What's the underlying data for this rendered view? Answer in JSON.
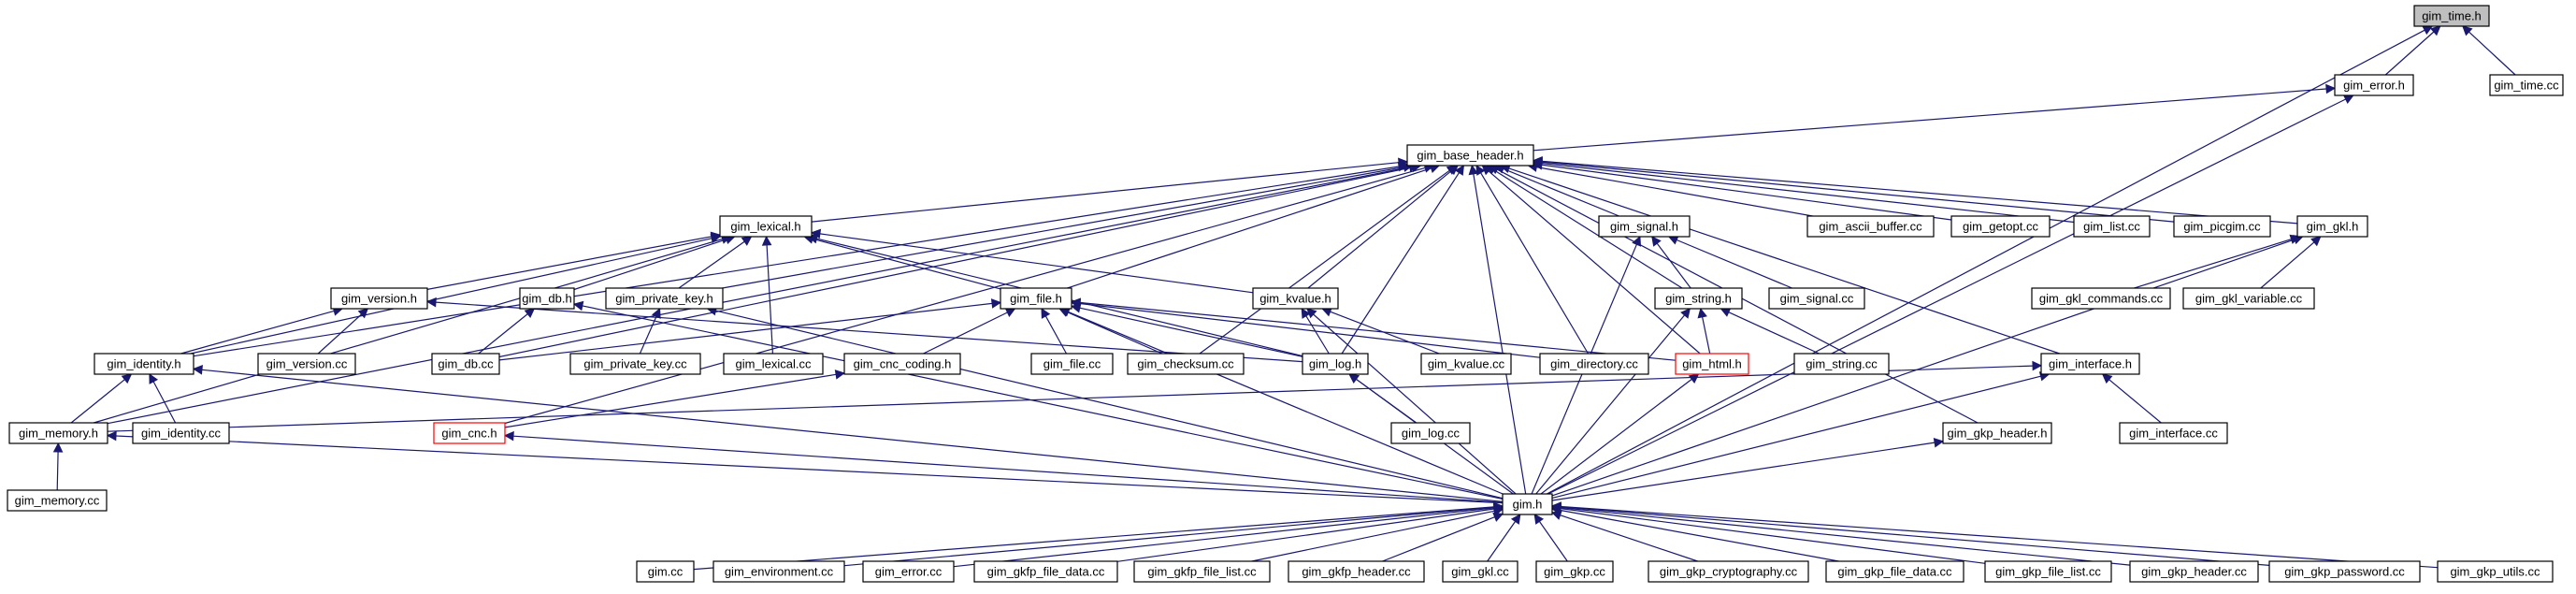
{
  "colors": {
    "edge": "#191970",
    "root_fill": "#bfbfbf",
    "node_border": "#000000",
    "red_border": "#ff0000"
  },
  "nodes": [
    {
      "id": "gim_time_h",
      "label": "gim_time.h",
      "style": "root"
    },
    {
      "id": "gim_error_h",
      "label": "gim_error.h"
    },
    {
      "id": "gim_time_cc",
      "label": "gim_time.cc"
    },
    {
      "id": "gim_base_header_h",
      "label": "gim_base_header.h"
    },
    {
      "id": "gim_lexical_h",
      "label": "gim_lexical.h"
    },
    {
      "id": "gim_signal_h",
      "label": "gim_signal.h"
    },
    {
      "id": "gim_ascii_buffer_cc",
      "label": "gim_ascii_buffer.cc"
    },
    {
      "id": "gim_getopt_cc",
      "label": "gim_getopt.cc"
    },
    {
      "id": "gim_list_cc",
      "label": "gim_list.cc"
    },
    {
      "id": "gim_picgim_cc",
      "label": "gim_picgim.cc"
    },
    {
      "id": "gim_gkl_h",
      "label": "gim_gkl.h"
    },
    {
      "id": "gim_version_h",
      "label": "gim_version.h"
    },
    {
      "id": "gim_db_h",
      "label": "gim_db.h"
    },
    {
      "id": "gim_private_key_h",
      "label": "gim_private_key.h"
    },
    {
      "id": "gim_file_h",
      "label": "gim_file.h"
    },
    {
      "id": "gim_kvalue_h",
      "label": "gim_kvalue.h"
    },
    {
      "id": "gim_string_h",
      "label": "gim_string.h"
    },
    {
      "id": "gim_signal_cc",
      "label": "gim_signal.cc"
    },
    {
      "id": "gim_gkl_commands_cc",
      "label": "gim_gkl_commands.cc"
    },
    {
      "id": "gim_gkl_variable_cc",
      "label": "gim_gkl_variable.cc"
    },
    {
      "id": "gim_identity_h",
      "label": "gim_identity.h"
    },
    {
      "id": "gim_version_cc",
      "label": "gim_version.cc"
    },
    {
      "id": "gim_db_cc",
      "label": "gim_db.cc"
    },
    {
      "id": "gim_private_key_cc",
      "label": "gim_private_key.cc"
    },
    {
      "id": "gim_lexical_cc",
      "label": "gim_lexical.cc"
    },
    {
      "id": "gim_cnc_coding_h",
      "label": "gim_cnc_coding.h"
    },
    {
      "id": "gim_file_cc",
      "label": "gim_file.cc"
    },
    {
      "id": "gim_checksum_cc",
      "label": "gim_checksum.cc"
    },
    {
      "id": "gim_log_h",
      "label": "gim_log.h"
    },
    {
      "id": "gim_kvalue_cc",
      "label": "gim_kvalue.cc"
    },
    {
      "id": "gim_directory_cc",
      "label": "gim_directory.cc"
    },
    {
      "id": "gim_html_h",
      "label": "gim_html.h",
      "style": "red"
    },
    {
      "id": "gim_string_cc",
      "label": "gim_string.cc"
    },
    {
      "id": "gim_interface_h",
      "label": "gim_interface.h"
    },
    {
      "id": "gim_memory_h",
      "label": "gim_memory.h"
    },
    {
      "id": "gim_identity_cc",
      "label": "gim_identity.cc"
    },
    {
      "id": "gim_cnc_h",
      "label": "gim_cnc.h",
      "style": "red"
    },
    {
      "id": "gim_log_cc",
      "label": "gim_log.cc"
    },
    {
      "id": "gim_gkp_header_h",
      "label": "gim_gkp_header.h"
    },
    {
      "id": "gim_interface_cc",
      "label": "gim_interface.cc"
    },
    {
      "id": "gim_memory_cc",
      "label": "gim_memory.cc"
    },
    {
      "id": "gim_h",
      "label": "gim.h"
    },
    {
      "id": "gim_cc",
      "label": "gim.cc"
    },
    {
      "id": "gim_environment_cc",
      "label": "gim_environment.cc"
    },
    {
      "id": "gim_error_cc",
      "label": "gim_error.cc"
    },
    {
      "id": "gim_gkfp_file_data_cc",
      "label": "gim_gkfp_file_data.cc"
    },
    {
      "id": "gim_gkfp_file_list_cc",
      "label": "gim_gkfp_file_list.cc"
    },
    {
      "id": "gim_gkfp_header_cc",
      "label": "gim_gkfp_header.cc"
    },
    {
      "id": "gim_gkl_cc",
      "label": "gim_gkl.cc"
    },
    {
      "id": "gim_gkp_cc",
      "label": "gim_gkp.cc"
    },
    {
      "id": "gim_gkp_cryptography_cc",
      "label": "gim_gkp_cryptography.cc"
    },
    {
      "id": "gim_gkp_file_data_cc",
      "label": "gim_gkp_file_data.cc"
    },
    {
      "id": "gim_gkp_file_list_cc",
      "label": "gim_gkp_file_list.cc"
    },
    {
      "id": "gim_gkp_header_cc",
      "label": "gim_gkp_header.cc"
    },
    {
      "id": "gim_gkp_password_cc",
      "label": "gim_gkp_password.cc"
    },
    {
      "id": "gim_gkp_utils_cc",
      "label": "gim_gkp_utils.cc"
    }
  ],
  "edges": [
    [
      "gim_error_h",
      "gim_time_h"
    ],
    [
      "gim_time_cc",
      "gim_time_h"
    ],
    [
      "gim_h",
      "gim_time_h"
    ],
    [
      "gim_base_header_h",
      "gim_error_h"
    ],
    [
      "gim_h",
      "gim_error_h"
    ],
    [
      "gim_lexical_h",
      "gim_base_header_h"
    ],
    [
      "gim_signal_h",
      "gim_base_header_h"
    ],
    [
      "gim_ascii_buffer_cc",
      "gim_base_header_h"
    ],
    [
      "gim_getopt_cc",
      "gim_base_header_h"
    ],
    [
      "gim_list_cc",
      "gim_base_header_h"
    ],
    [
      "gim_picgim_cc",
      "gim_base_header_h"
    ],
    [
      "gim_gkl_h",
      "gim_base_header_h"
    ],
    [
      "gim_file_h",
      "gim_base_header_h"
    ],
    [
      "gim_kvalue_h",
      "gim_base_header_h"
    ],
    [
      "gim_string_h",
      "gim_base_header_h"
    ],
    [
      "gim_identity_h",
      "gim_base_header_h"
    ],
    [
      "gim_db_cc",
      "gim_base_header_h"
    ],
    [
      "gim_private_key_h",
      "gim_base_header_h"
    ],
    [
      "gim_checksum_cc",
      "gim_base_header_h"
    ],
    [
      "gim_log_h",
      "gim_base_header_h"
    ],
    [
      "gim_directory_cc",
      "gim_base_header_h"
    ],
    [
      "gim_html_h",
      "gim_base_header_h"
    ],
    [
      "gim_interface_h",
      "gim_base_header_h"
    ],
    [
      "gim_memory_h",
      "gim_base_header_h"
    ],
    [
      "gim_cnc_h",
      "gim_base_header_h"
    ],
    [
      "gim_gkp_header_h",
      "gim_base_header_h"
    ],
    [
      "gim_h",
      "gim_base_header_h"
    ],
    [
      "gim_version_h",
      "gim_lexical_h"
    ],
    [
      "gim_db_h",
      "gim_lexical_h"
    ],
    [
      "gim_private_key_h",
      "gim_lexical_h"
    ],
    [
      "gim_file_h",
      "gim_lexical_h"
    ],
    [
      "gim_kvalue_h",
      "gim_lexical_h"
    ],
    [
      "gim_identity_h",
      "gim_lexical_h"
    ],
    [
      "gim_lexical_cc",
      "gim_lexical_h"
    ],
    [
      "gim_memory_h",
      "gim_lexical_h"
    ],
    [
      "gim_log_h",
      "gim_lexical_h"
    ],
    [
      "gim_string_h",
      "gim_signal_h"
    ],
    [
      "gim_signal_cc",
      "gim_signal_h"
    ],
    [
      "gim_h",
      "gim_signal_h"
    ],
    [
      "gim_gkl_commands_cc",
      "gim_gkl_h"
    ],
    [
      "gim_gkl_variable_cc",
      "gim_gkl_h"
    ],
    [
      "gim_h",
      "gim_gkl_h"
    ],
    [
      "gim_identity_h",
      "gim_version_h"
    ],
    [
      "gim_version_cc",
      "gim_version_h"
    ],
    [
      "gim_log_h",
      "gim_version_h"
    ],
    [
      "gim_db_cc",
      "gim_db_h"
    ],
    [
      "gim_h",
      "gim_db_h"
    ],
    [
      "gim_private_key_cc",
      "gim_private_key_h"
    ],
    [
      "gim_h",
      "gim_private_key_h"
    ],
    [
      "gim_db_cc",
      "gim_file_h"
    ],
    [
      "gim_cnc_coding_h",
      "gim_file_h"
    ],
    [
      "gim_file_cc",
      "gim_file_h"
    ],
    [
      "gim_checksum_cc",
      "gim_file_h"
    ],
    [
      "gim_directory_cc",
      "gim_file_h"
    ],
    [
      "gim_html_h",
      "gim_file_h"
    ],
    [
      "gim_log_h",
      "gim_file_h"
    ],
    [
      "gim_h",
      "gim_file_h"
    ],
    [
      "gim_log_h",
      "gim_kvalue_h"
    ],
    [
      "gim_kvalue_cc",
      "gim_kvalue_h"
    ],
    [
      "gim_h",
      "gim_kvalue_h"
    ],
    [
      "gim_html_h",
      "gim_string_h"
    ],
    [
      "gim_string_cc",
      "gim_string_h"
    ],
    [
      "gim_h",
      "gim_string_h"
    ],
    [
      "gim_memory_h",
      "gim_identity_h"
    ],
    [
      "gim_identity_cc",
      "gim_identity_h"
    ],
    [
      "gim_h",
      "gim_identity_h"
    ],
    [
      "gim_cnc_h",
      "gim_cnc_coding_h"
    ],
    [
      "gim_log_cc",
      "gim_log_h"
    ],
    [
      "gim_h",
      "gim_log_h"
    ],
    [
      "gim_h",
      "gim_html_h"
    ],
    [
      "gim_memory_h",
      "gim_interface_h"
    ],
    [
      "gim_interface_cc",
      "gim_interface_h"
    ],
    [
      "gim_h",
      "gim_interface_h"
    ],
    [
      "gim_memory_cc",
      "gim_memory_h"
    ],
    [
      "gim_h",
      "gim_memory_h"
    ],
    [
      "gim_h",
      "gim_cnc_h"
    ],
    [
      "gim_h",
      "gim_gkp_header_h"
    ],
    [
      "gim_cc",
      "gim_h"
    ],
    [
      "gim_environment_cc",
      "gim_h"
    ],
    [
      "gim_error_cc",
      "gim_h"
    ],
    [
      "gim_gkfp_file_data_cc",
      "gim_h"
    ],
    [
      "gim_gkfp_file_list_cc",
      "gim_h"
    ],
    [
      "gim_gkfp_header_cc",
      "gim_h"
    ],
    [
      "gim_gkl_cc",
      "gim_h"
    ],
    [
      "gim_gkp_cc",
      "gim_h"
    ],
    [
      "gim_gkp_cryptography_cc",
      "gim_h"
    ],
    [
      "gim_gkp_file_data_cc",
      "gim_h"
    ],
    [
      "gim_gkp_file_list_cc",
      "gim_h"
    ],
    [
      "gim_gkp_header_cc",
      "gim_h"
    ],
    [
      "gim_gkp_password_cc",
      "gim_h"
    ],
    [
      "gim_gkp_utils_cc",
      "gim_h"
    ]
  ]
}
